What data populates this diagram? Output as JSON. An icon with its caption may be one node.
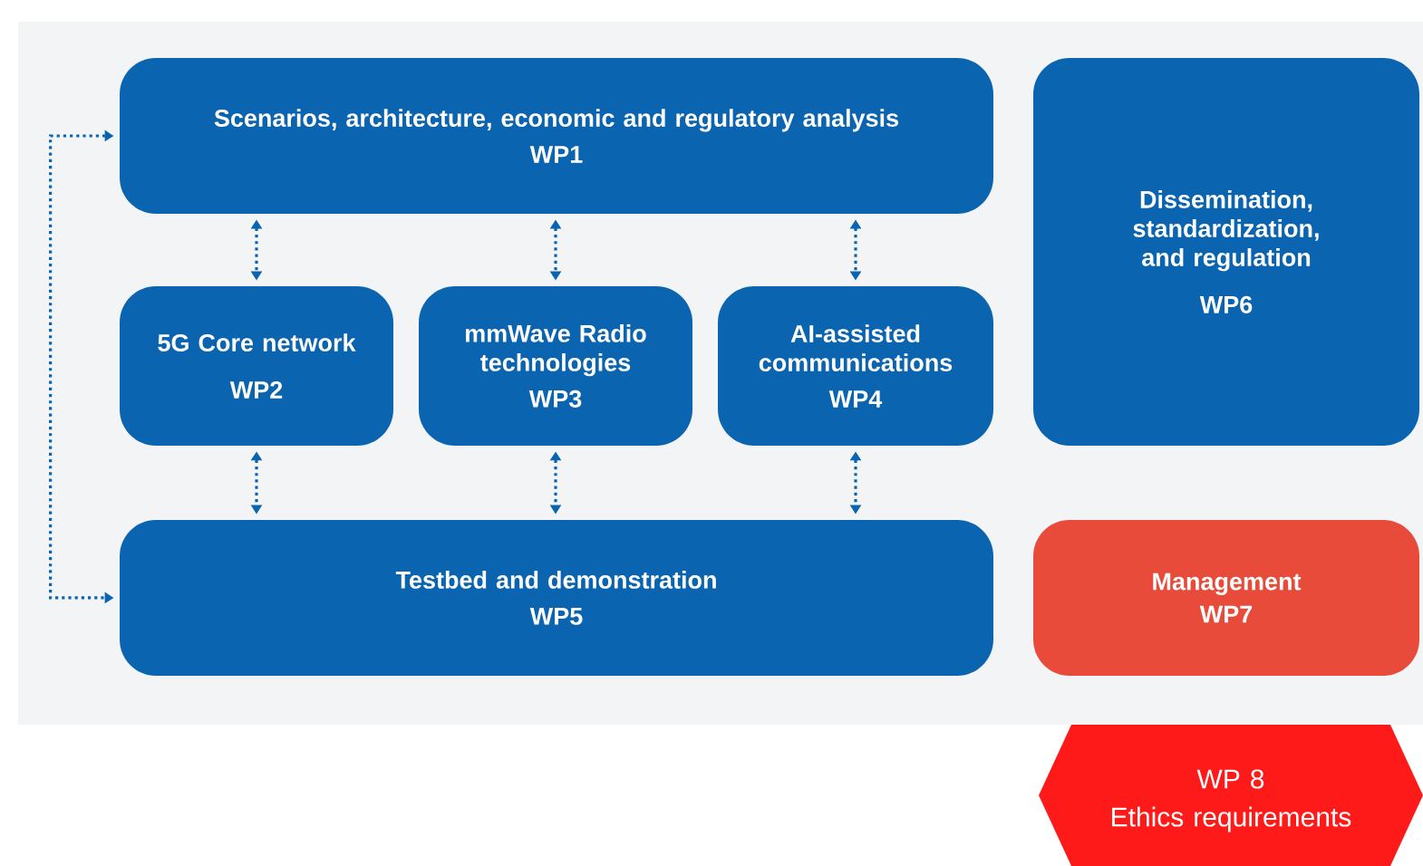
{
  "diagram": {
    "nodes": [
      {
        "text": [
          "Scenarios, architecture, economic and regulatory analysis",
          "WP1"
        ]
      },
      {
        "text": [
          "5G Core network",
          "WP2"
        ]
      },
      {
        "text": [
          "mmWave Radio technologies",
          "WP3"
        ]
      },
      {
        "text": [
          "AI-assisted communications",
          "WP4"
        ]
      },
      {
        "text": [
          "Testbed and demonstration",
          "WP5"
        ]
      },
      {
        "text": [
          "Dissemination, standardization, and regulation",
          "WP6"
        ]
      },
      {
        "text": [
          "Management",
          "WP7"
        ]
      },
      {
        "text": [
          "WP 8",
          "Ethics requirements"
        ]
      }
    ],
    "edges": [
      {
        "from": 0,
        "to": 1,
        "arrow": "both"
      },
      {
        "from": 0,
        "to": 2,
        "arrow": "both"
      },
      {
        "from": 0,
        "to": 3,
        "arrow": "both"
      },
      {
        "from": 1,
        "to": 4,
        "arrow": "both"
      },
      {
        "from": 2,
        "to": 4,
        "arrow": "both"
      },
      {
        "from": 3,
        "to": 4,
        "arrow": "both"
      },
      {
        "from": 0,
        "to": 4,
        "arrow": "both"
      }
    ]
  }
}
